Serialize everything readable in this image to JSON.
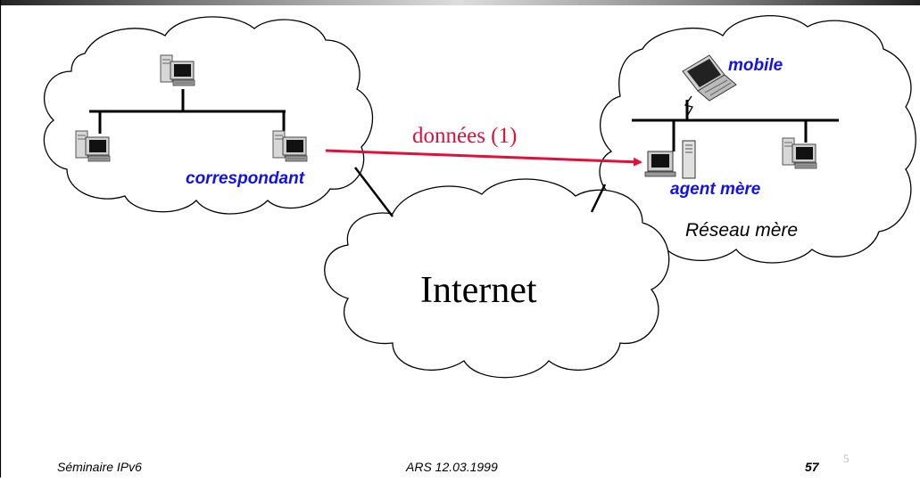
{
  "diagram": {
    "arrow_label": "données (1)",
    "internet_label": "Internet",
    "correspondent_label": "correspondant",
    "home_agent_label": "agent mère",
    "mobile_label": "mobile",
    "home_network_label": "Réseau mère"
  },
  "footer": {
    "left": "Séminaire IPv6",
    "center": "ARS 12.03.1999",
    "page": "57",
    "slide_number": "5"
  },
  "colors": {
    "arrow": "#e0103a",
    "label_blue": "#1010f0",
    "cloud_stroke": "#000000"
  }
}
